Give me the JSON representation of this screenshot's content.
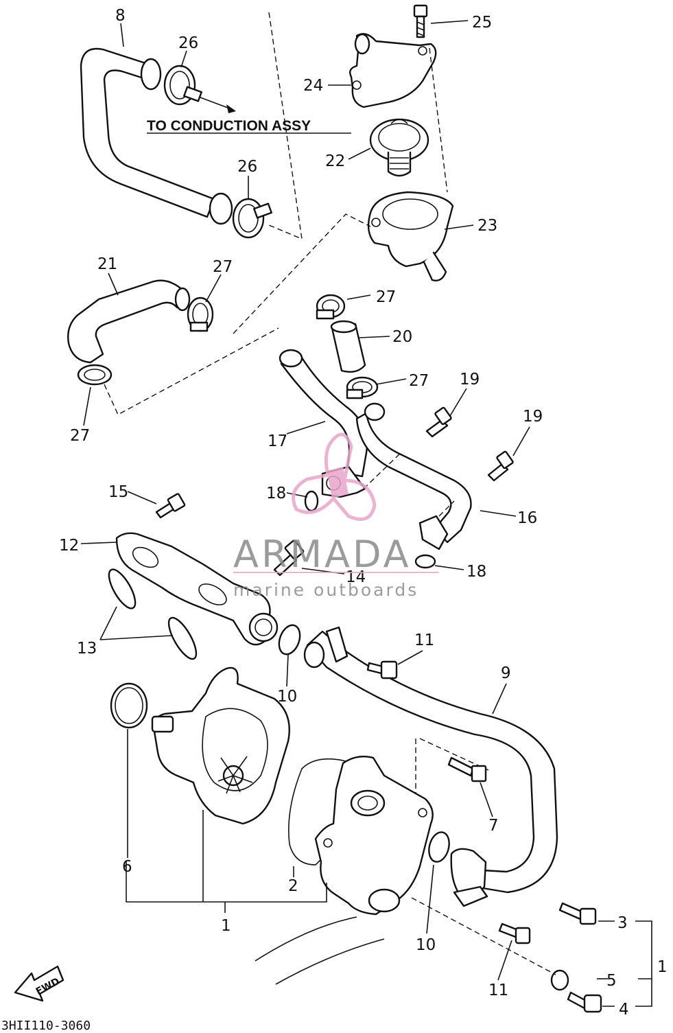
{
  "caption": "TO CONDUCTION ASSY",
  "diagram_code": "3HII110-3060",
  "watermark": {
    "brand": "ARMADA",
    "tagline": "marine outboards"
  },
  "direction_label": "FWD",
  "callouts": [
    {
      "key": "p8",
      "text": "8"
    },
    {
      "key": "p26a",
      "text": "26"
    },
    {
      "key": "p26b",
      "text": "26"
    },
    {
      "key": "p25",
      "text": "25"
    },
    {
      "key": "p24",
      "text": "24"
    },
    {
      "key": "p22",
      "text": "22"
    },
    {
      "key": "p23",
      "text": "23"
    },
    {
      "key": "p21",
      "text": "21"
    },
    {
      "key": "p27a",
      "text": "27"
    },
    {
      "key": "p27b",
      "text": "27"
    },
    {
      "key": "p27c",
      "text": "27"
    },
    {
      "key": "p27d",
      "text": "27"
    },
    {
      "key": "p20",
      "text": "20"
    },
    {
      "key": "p19a",
      "text": "19"
    },
    {
      "key": "p19b",
      "text": "19"
    },
    {
      "key": "p17",
      "text": "17"
    },
    {
      "key": "p18a",
      "text": "18"
    },
    {
      "key": "p18b",
      "text": "18"
    },
    {
      "key": "p16",
      "text": "16"
    },
    {
      "key": "p15",
      "text": "15"
    },
    {
      "key": "p12",
      "text": "12"
    },
    {
      "key": "p14",
      "text": "14"
    },
    {
      "key": "p13",
      "text": "13"
    },
    {
      "key": "p10a",
      "text": "10"
    },
    {
      "key": "p10b",
      "text": "10"
    },
    {
      "key": "p11a",
      "text": "11"
    },
    {
      "key": "p11b",
      "text": "11"
    },
    {
      "key": "p9",
      "text": "9"
    },
    {
      "key": "p7",
      "text": "7"
    },
    {
      "key": "p6",
      "text": "6"
    },
    {
      "key": "p2",
      "text": "2"
    },
    {
      "key": "p1a",
      "text": "1"
    },
    {
      "key": "p1b",
      "text": "1"
    },
    {
      "key": "p3",
      "text": "3"
    },
    {
      "key": "p5",
      "text": "5"
    },
    {
      "key": "p4",
      "text": "4"
    }
  ]
}
